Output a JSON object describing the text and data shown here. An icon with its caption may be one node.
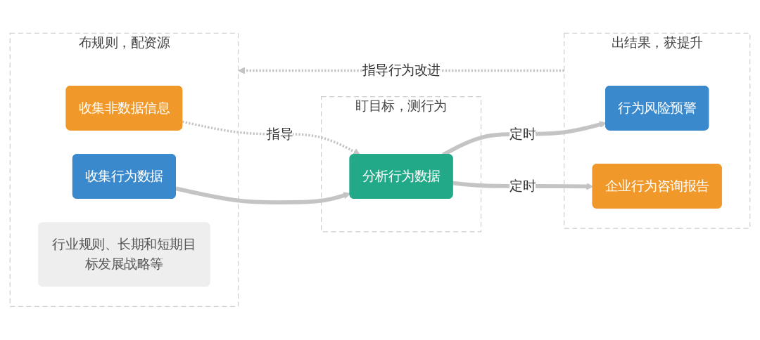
{
  "diagram": {
    "nodes": [
      {
        "text": [
          "布规则，配资源"
        ]
      },
      {
        "text": [
          "收集行为数据"
        ],
        "in": 0
      },
      {
        "text": [
          "收集非数据信息"
        ],
        "in": 0
      },
      {
        "text": [
          "行业规则、长期和短期目标发展战略等"
        ],
        "in": 0
      },
      {
        "text": [
          "盯目标，测行为"
        ]
      },
      {
        "text": [
          "分析行为数据"
        ],
        "in": 4
      },
      {
        "text": [
          "出结果，获提升"
        ]
      },
      {
        "text": [
          "行为风险预警"
        ],
        "in": 6
      },
      {
        "text": [
          "企业行为咨询报告"
        ],
        "in": 6
      }
    ],
    "edges": [
      {
        "from": 1,
        "to": 5,
        "arrow": "to"
      },
      {
        "from": 2,
        "to": 5,
        "arrow": "to",
        "label": "指导",
        "style": "dashed"
      },
      {
        "from": 5,
        "to": 7,
        "arrow": "to",
        "label": "定时"
      },
      {
        "from": 5,
        "to": 8,
        "arrow": "to",
        "label": "定时"
      },
      {
        "from": 6,
        "to": 0,
        "arrow": "to",
        "label": "指导行为改进",
        "style": "dashed"
      }
    ]
  }
}
